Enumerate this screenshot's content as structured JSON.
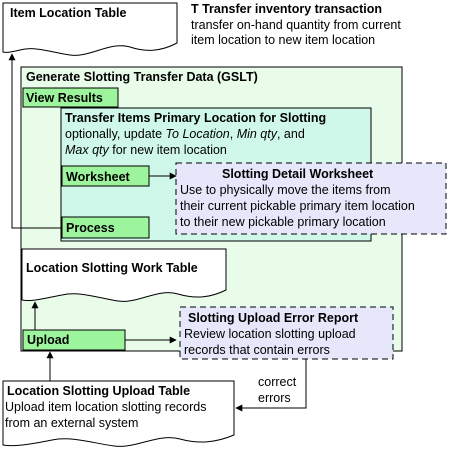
{
  "colors": {
    "outer_box_fill": "#e9fbe9",
    "action_fill": "#9cf59c",
    "inner_box_fill": "#cff8ea",
    "report_fill": "#e7e7fb",
    "line": "#000000",
    "white": "#ffffff"
  },
  "item_location_table": {
    "title": "Item Location Table"
  },
  "transfer_transaction": {
    "title": "T Transfer inventory transaction",
    "line1": "transfer on-hand quantity from current",
    "line2": "item location to new item location"
  },
  "gslt": {
    "title": "Generate Slotting Transfer Data (GSLT)"
  },
  "view_results": {
    "label": "View Results"
  },
  "transfer_primary": {
    "title": "Transfer Items Primary Location for Slotting",
    "line1_pre": "optionally, update ",
    "line1_to": "To Location",
    "line1_sep": ", ",
    "line1_min": "Min qty",
    "line1_post": ", and",
    "line2_max": "Max qty",
    "line2_post": " for new item location"
  },
  "worksheet": {
    "label": "Worksheet"
  },
  "process": {
    "label": "Process"
  },
  "slotting_detail": {
    "title": "Slotting Detail Worksheet",
    "line1": "Use to physically move the items from",
    "line2": "their current pickable primary item location",
    "line3": "to their new pickable primary location"
  },
  "work_table": {
    "title": "Location Slotting Work Table"
  },
  "upload": {
    "label": "Upload"
  },
  "upload_error": {
    "title": "Slotting Upload Error Report",
    "line1": "Review location slotting upload",
    "line2": "records that contain errors"
  },
  "correct_errors": {
    "line1": "correct",
    "line2": "errors"
  },
  "upload_table": {
    "title": "Location Slotting Upload Table",
    "line1": "Upload item location slotting records",
    "line2": "from an external system"
  },
  "icons": {
    "arrow": "arrow-icon"
  }
}
